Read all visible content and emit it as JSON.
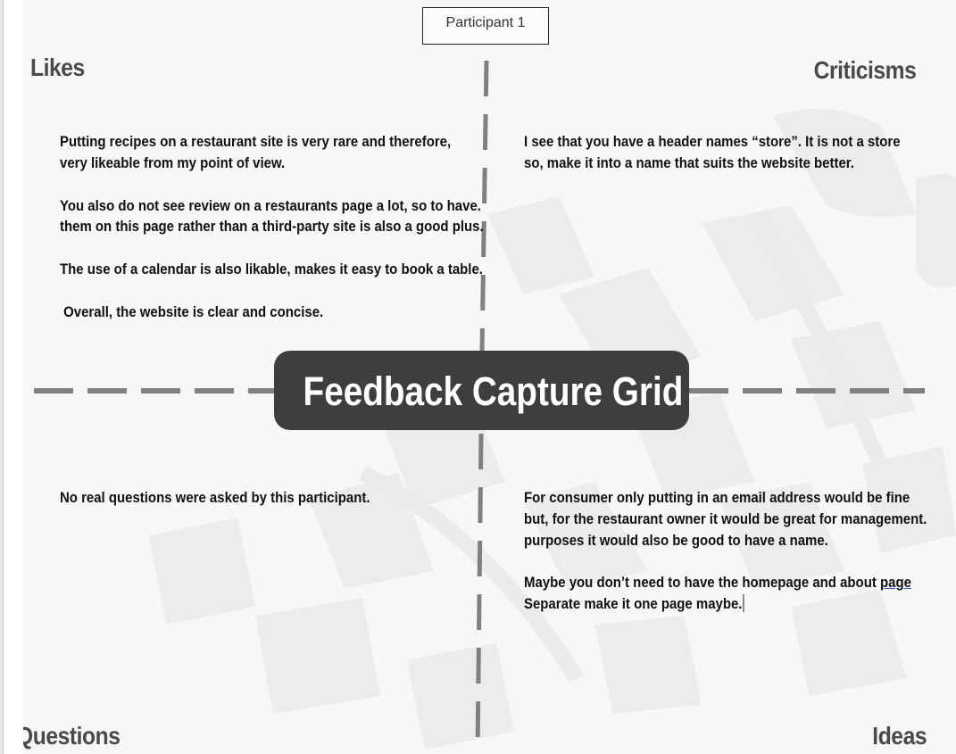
{
  "participant_label": "Participant 1",
  "title": "Feedback Capture Grid",
  "quadrants": {
    "likes": {
      "heading": "Likes",
      "paragraphs": [
        "Putting recipes on a restaurant site is very rare and therefore,\nvery likeable from my point of view.",
        "You also do not see review on a restaurants page a lot, so to have.\nthem on this page rather than a third-party site is also a good plus.",
        "The use of a calendar is also likable, makes it easy to book a table.",
        " Overall, the website is clear and concise."
      ]
    },
    "criticisms": {
      "heading": "Criticisms",
      "paragraphs": [
        "I see that you have a header names “store”. It is not a store\nso, make it into a name that suits the website better."
      ]
    },
    "questions": {
      "heading": "Questions",
      "paragraphs": [
        "No real questions were asked by this participant."
      ]
    },
    "ideas": {
      "heading": "Ideas",
      "paragraph1": "For consumer only putting in an email address would be fine\nbut, for the restaurant owner it would be great for management.\npurposes it would also be good to have a name.",
      "paragraph2_prefix": "Maybe you don’t need to have the homepage and about ",
      "paragraph2_link": "page",
      "paragraph2_line2": "Separate make it one page maybe."
    }
  },
  "colors": {
    "banner": "#3e3e3e",
    "heading": "#4a4a4a",
    "dash": "#808080",
    "page": "#f7f7f7"
  }
}
